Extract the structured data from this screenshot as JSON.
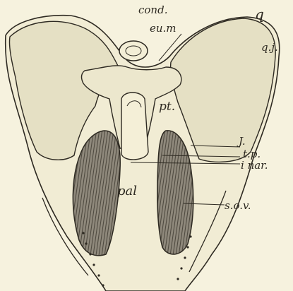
{
  "figure": {
    "labels": {
      "cond": "cond.",
      "eum": "eu.m",
      "q": "q",
      "qj": "q.j.",
      "pt": "pt.",
      "j": "J.",
      "tp": "t.p.",
      "inar": "i nar.",
      "pal": "pal",
      "sov": "s.o.v."
    },
    "colors": {
      "background": "#f6f2de",
      "ink": "#2e2a22",
      "shade": "#e7e2c7",
      "hatch": "#6b655a"
    }
  }
}
